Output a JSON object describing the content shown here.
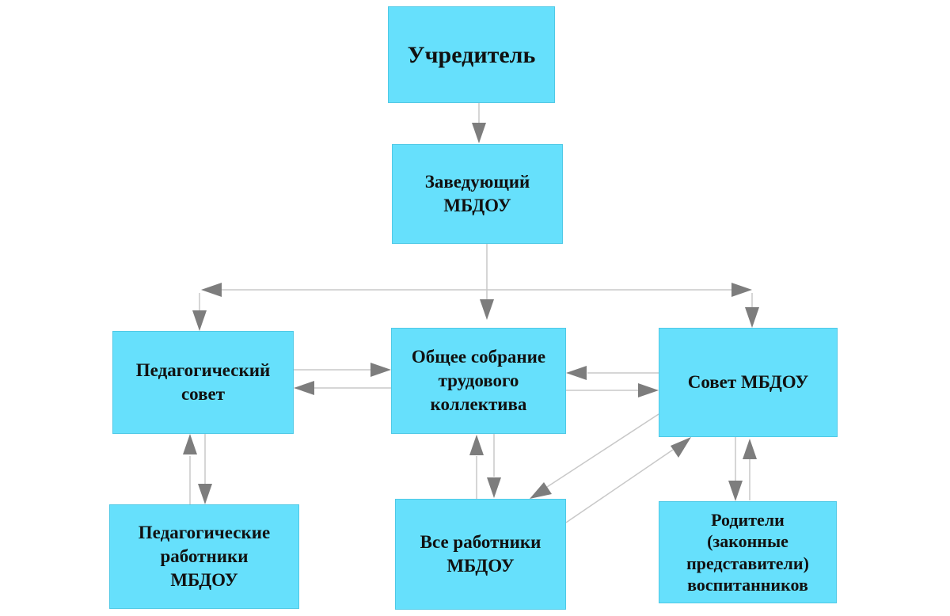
{
  "diagram": {
    "box_color": "#66e0fc",
    "connector_color": "#c8c8c8",
    "arrowhead_color": "#7d7d7d",
    "nodes": {
      "founder": "Учредитель",
      "head_1": "Заведующий",
      "head_2": "МБДОУ",
      "ped_council_1": "Педагогический",
      "ped_council_2": "совет",
      "assembly_1": "Общее собрание",
      "assembly_2": "трудового",
      "assembly_3": "коллектива",
      "council_1": "Совет МБДОУ",
      "ped_staff_1": "Педагогические",
      "ped_staff_2": "работники",
      "ped_staff_3": "МБДОУ",
      "all_staff_1": "Все работники",
      "all_staff_2": "МБДОУ",
      "parents_1": "Родители",
      "parents_2": "(законные",
      "parents_3": "представители)",
      "parents_4": "воспитанников"
    }
  }
}
